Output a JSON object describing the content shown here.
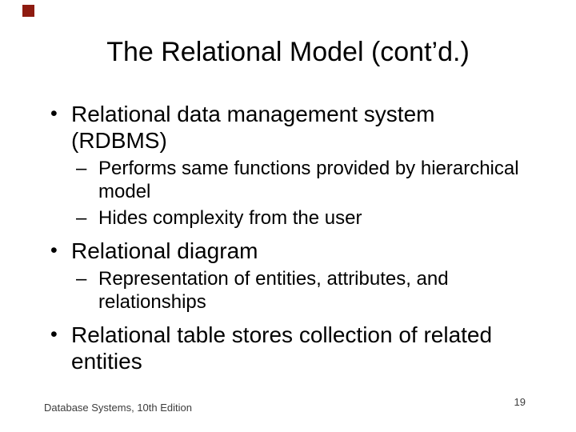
{
  "slide": {
    "accent_color": "#8e1b10",
    "title": "The Relational Model (cont’d.)",
    "bullets": [
      {
        "level": 1,
        "marker": "•",
        "text": "Relational data management system (RDBMS)"
      },
      {
        "level": 2,
        "marker": "–",
        "text": "Performs same functions provided by hierarchical model"
      },
      {
        "level": 2,
        "marker": "–",
        "text": "Hides complexity from the user"
      },
      {
        "level": 1,
        "marker": "•",
        "text": "Relational diagram"
      },
      {
        "level": 2,
        "marker": "–",
        "text": "Representation of entities, attributes, and relationships"
      },
      {
        "level": 1,
        "marker": "•",
        "text": "Relational table stores collection of related entities"
      }
    ],
    "footer": {
      "left": "Database Systems, 10th Edition",
      "page_number": "19"
    }
  }
}
